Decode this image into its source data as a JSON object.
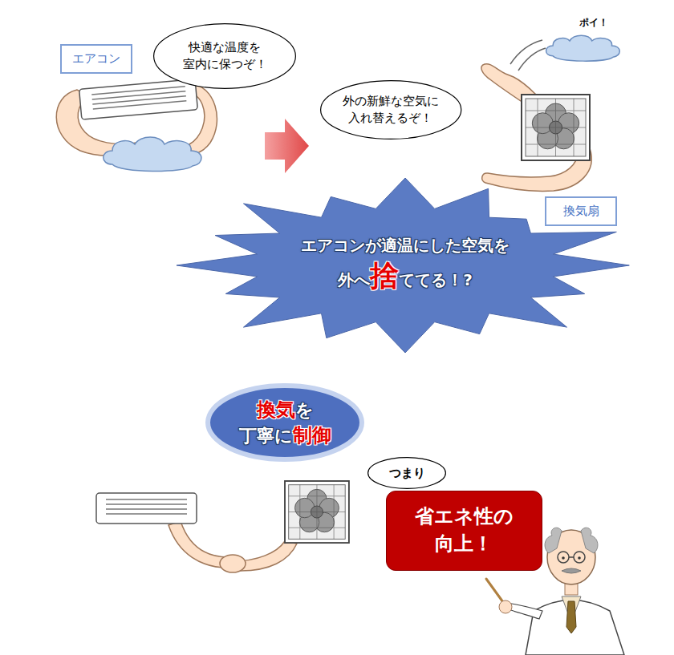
{
  "diagram": {
    "nodes": [
      {
        "text": [
          "エアコン"
        ]
      },
      {
        "text": [
          "快適な温度を 室内に保つぞ！"
        ]
      },
      {
        "text": [
          "外の新鮮な空気に 入れ替えるぞ！"
        ]
      },
      {
        "text": [
          "換気扇"
        ]
      },
      {
        "text": [
          "エアコンが適温にした空気を",
          "外へ",
          "捨",
          "ててる！?"
        ]
      },
      {
        "text": [
          "換気",
          "を",
          "丁寧に",
          "制御"
        ]
      },
      {
        "text": [
          "つまり"
        ]
      },
      {
        "text": [
          "省エネ性の 向上！"
        ]
      }
    ],
    "labels": [
      "ポイ！"
    ]
  }
}
